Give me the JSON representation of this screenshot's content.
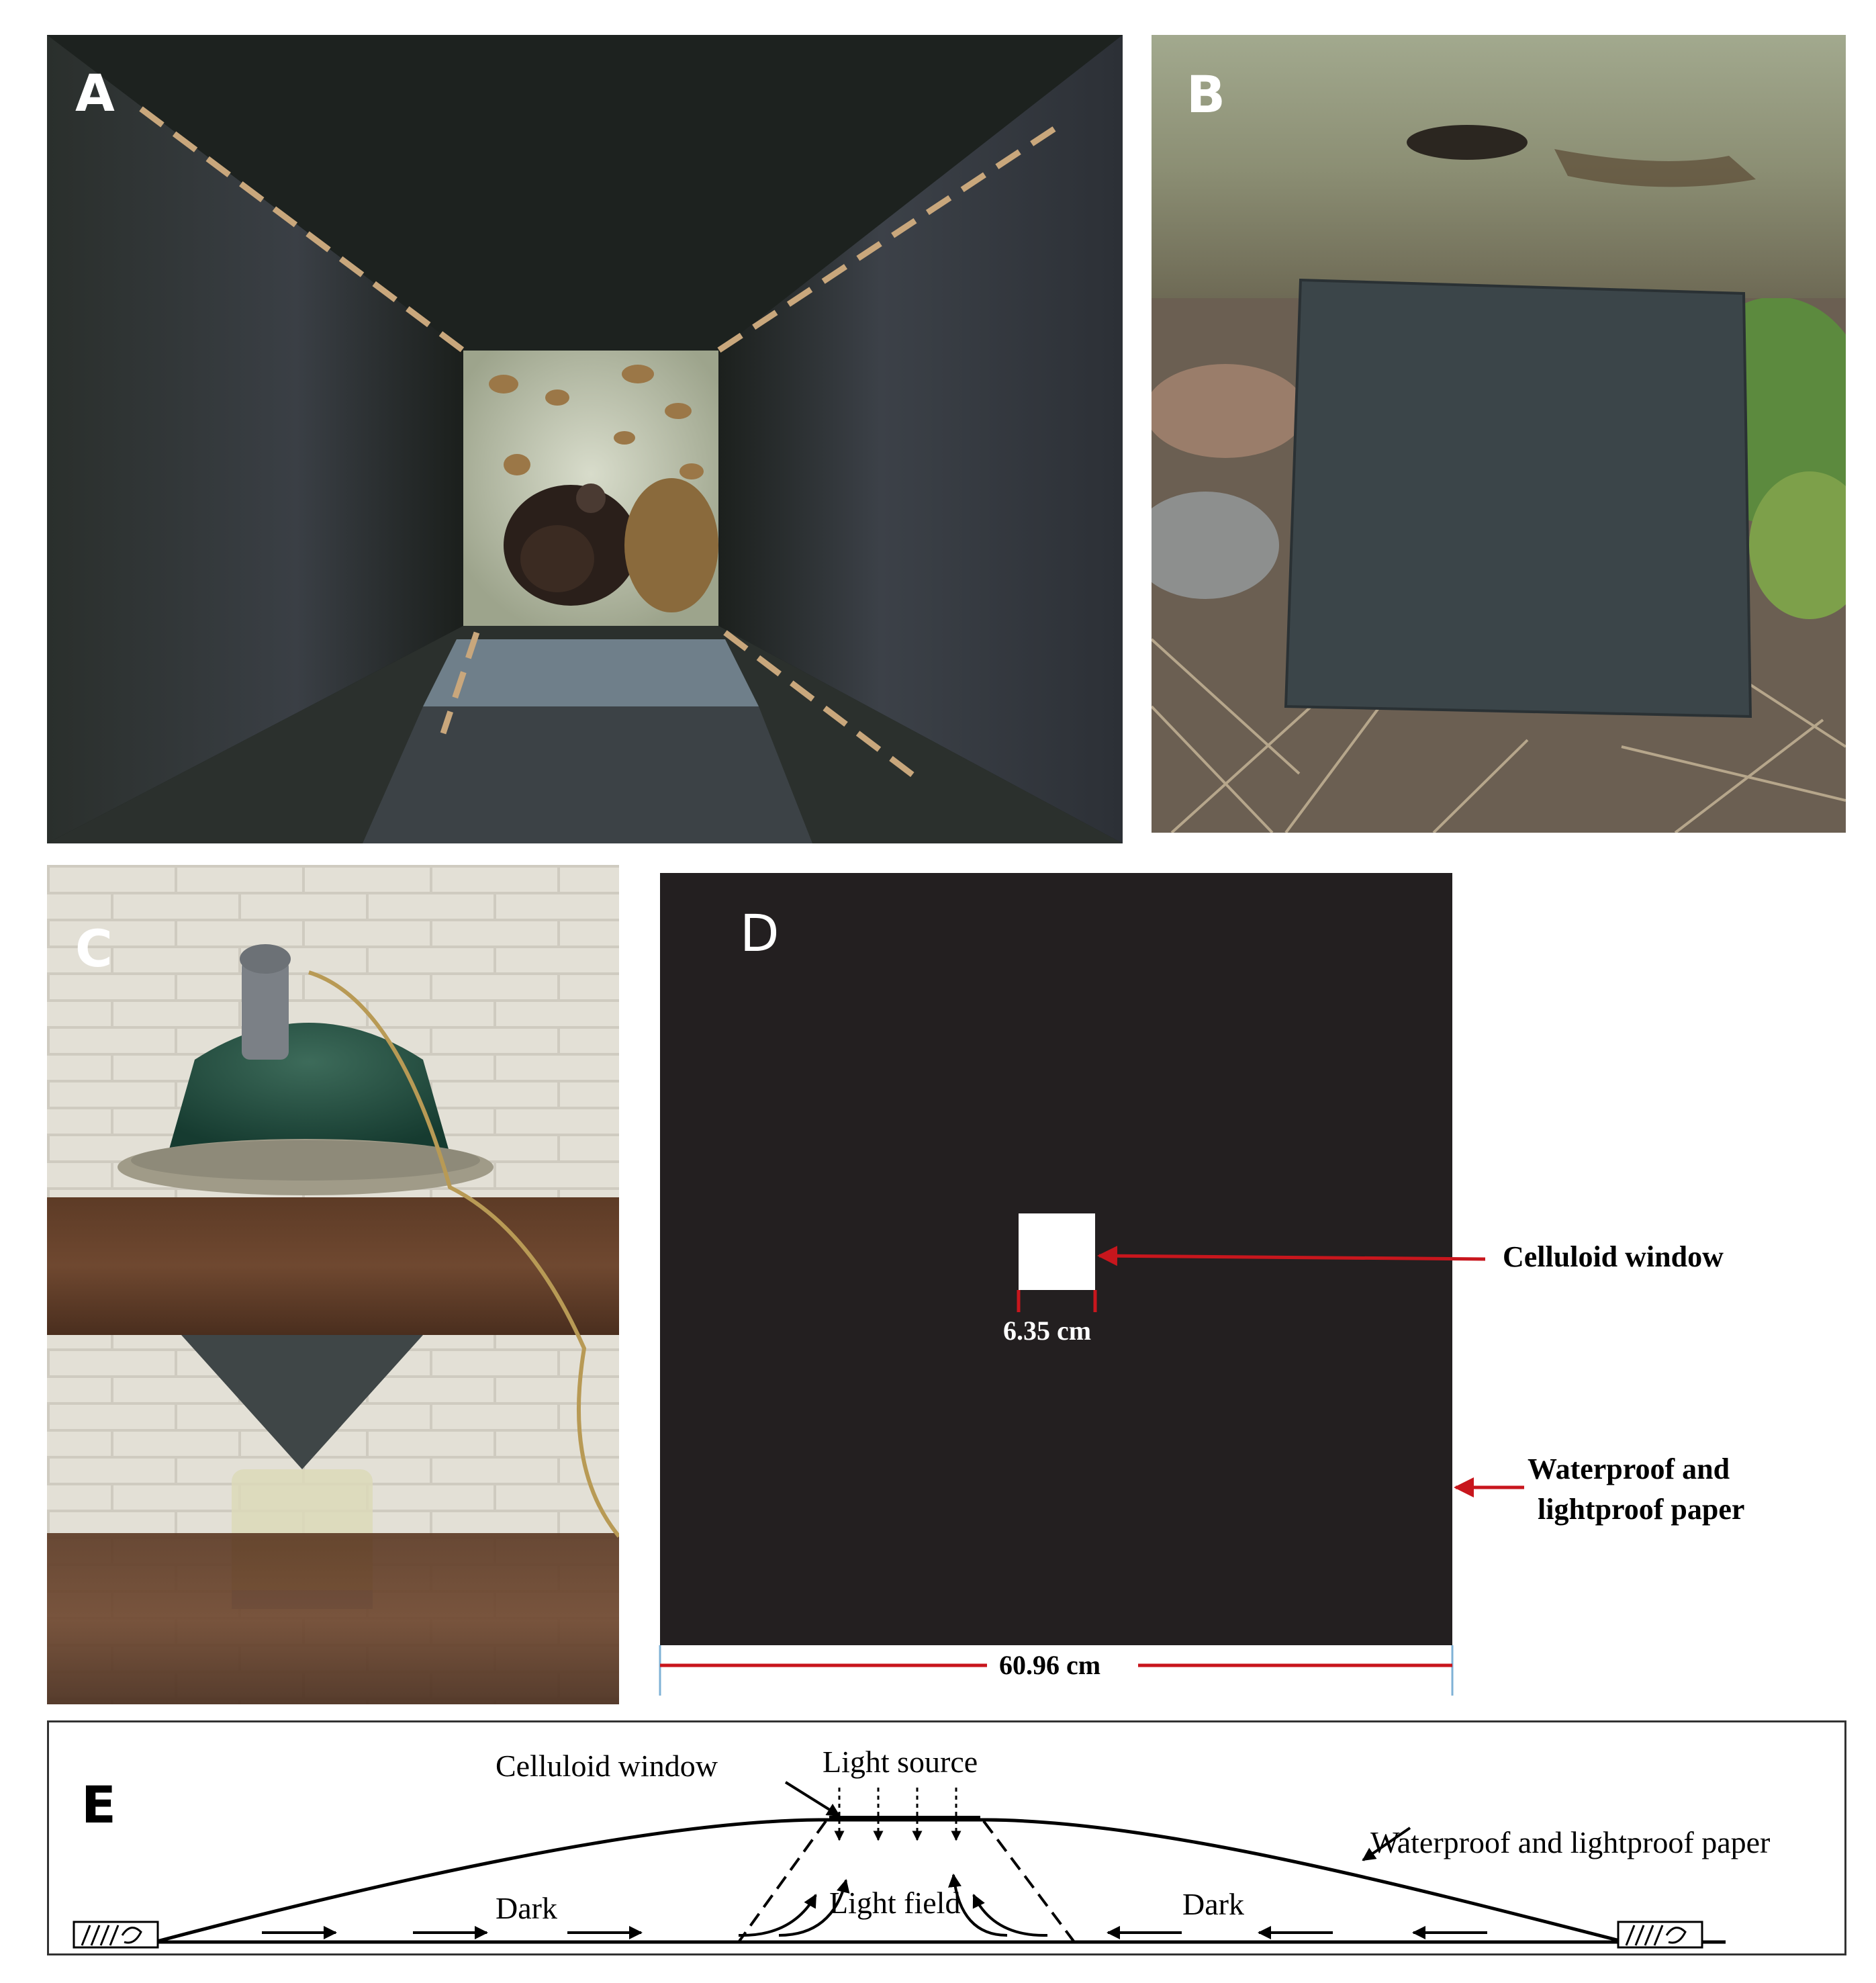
{
  "panels": {
    "a": {
      "label": "A"
    },
    "b": {
      "label": "B"
    },
    "c": {
      "label": "C"
    },
    "d": {
      "label": "D",
      "window_label": "Celluloid window",
      "window_size": "6.35 cm",
      "paper_label_line1": "Waterproof and",
      "paper_label_line2": "lightproof paper",
      "sheet_width": "60.96 cm",
      "colors": {
        "sheet": "#231f20",
        "arrow": "#c8161d",
        "bracket": "#c8161d",
        "frame": "#7fb2d6"
      }
    },
    "e": {
      "label": "E",
      "celluloid_window": "Celluloid window",
      "light_source": "Light source",
      "paper": "Waterproof and lightproof paper",
      "dark_left": "Dark",
      "dark_right": "Dark",
      "light_field": "Light field"
    }
  }
}
